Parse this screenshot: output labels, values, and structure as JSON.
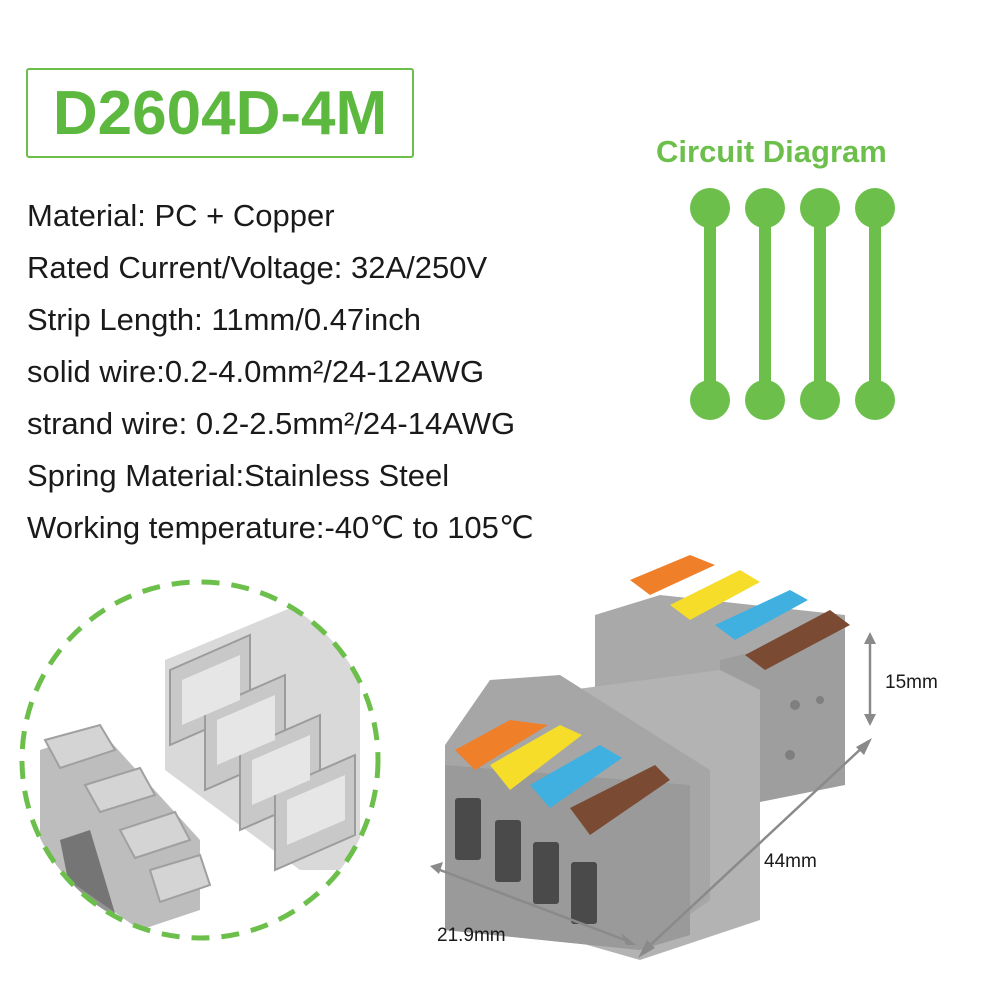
{
  "product": {
    "model": "D2604D-4M"
  },
  "specs": [
    "Material: PC + Copper",
    "Rated Current/Voltage: 32A/250V",
    "Strip Length: 11mm/0.47inch",
    "solid wire:0.2-4.0mm²/24-12AWG",
    "strand wire: 0.2-2.5mm²/24-14AWG",
    "Spring Material:Stainless Steel",
    "Working temperature:-40℃ to 105℃"
  ],
  "circuit": {
    "title": "Circuit Diagram",
    "line_count": 4,
    "color": "#6cbf4b"
  },
  "dimensions": {
    "height": "15mm",
    "length": "44mm",
    "width": "21.9mm"
  },
  "colors": {
    "accent": "#6cbf4b",
    "lever_colors": [
      "#f07f2a",
      "#f5dd2a",
      "#3fb0e0",
      "#7a4a32"
    ]
  }
}
